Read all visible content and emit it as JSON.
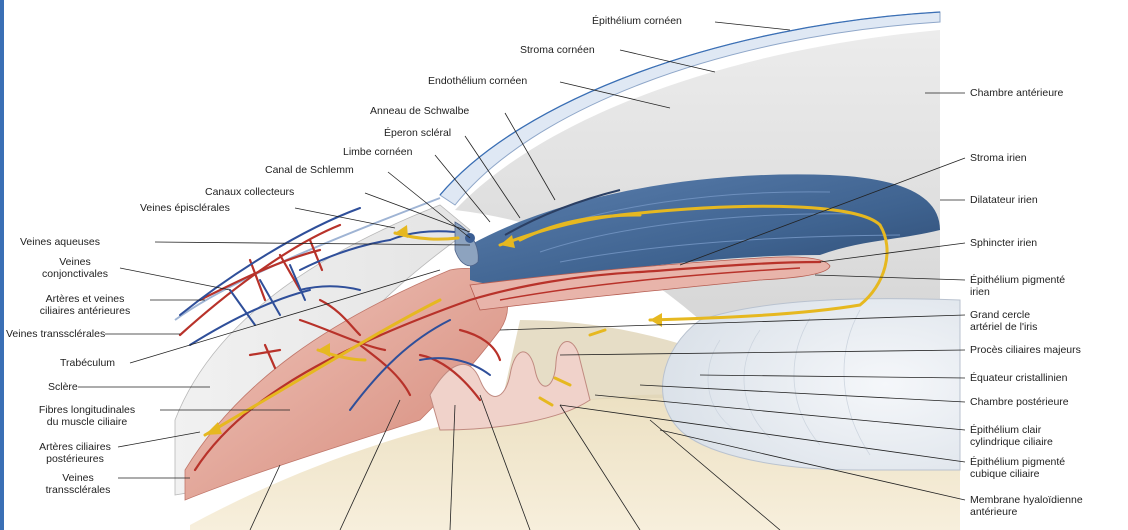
{
  "diagram": {
    "labels_top": [
      "Épithélium cornéen",
      "Stroma cornéen",
      "Endothélium cornéen",
      "Anneau de Schwalbe",
      "Éperon scléral",
      "Limbe cornéen",
      "Canal de Schlemm",
      "Canaux collecteurs",
      "Veines épisclérales"
    ],
    "labels_left": [
      "Veines aqueuses",
      "Veines\nconjonctivales",
      "Artères et veines\nciliaires antérieures",
      "Veines transsclérales",
      "Trabéculum",
      "Sclère",
      "Fibres longitudinales\ndu muscle ciliaire",
      "Artères ciliaires\npostérieures",
      "Veines\ntranssclérales"
    ],
    "labels_right": [
      "Chambre antérieure",
      "Stroma irien",
      "Dilatateur irien",
      "Sphincter irien",
      "Épithélium pigmenté\nirien",
      "Grand cercle\nartériel de l'iris",
      "Procès ciliaires majeurs",
      "Équateur cristallinien",
      "Chambre postérieure",
      "Épithélium clair\ncylindrique ciliaire",
      "Épithélium pigmenté\ncubique ciliaire",
      "Membrane hyaloïdienne\nantérieure"
    ],
    "colors": {
      "accent": "#3a6fb5",
      "aqueous_flow": "#e6b820",
      "artery": "#b8322a",
      "vein": "#2f4f9a",
      "iris_blue": "#4c6f9c",
      "muscle": "#d88a7a",
      "vitreous": "#efe2c6",
      "lens": "#e6ebf1"
    }
  }
}
